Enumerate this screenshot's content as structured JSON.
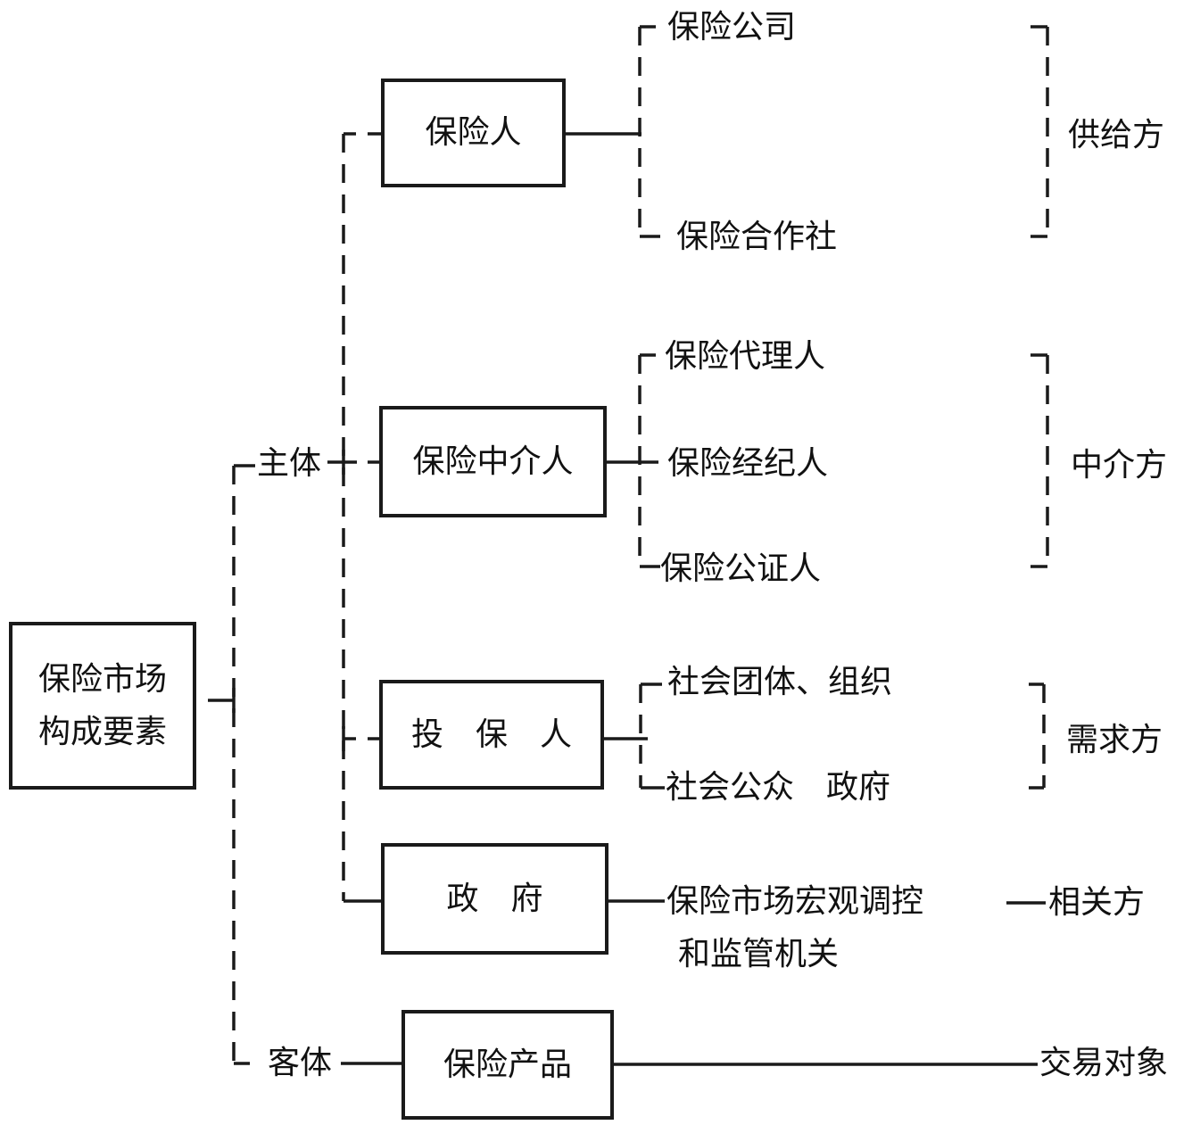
{
  "root": {
    "line1": "保险市场",
    "line2": "构成要素"
  },
  "branch_labels": {
    "subject": "主体",
    "object": "客体"
  },
  "boxes": {
    "insurer": "保险人",
    "intermediary": "保险中介人",
    "policyholder": "投　保　人",
    "government": "政　府",
    "product": "保险产品"
  },
  "children": {
    "insurer": [
      "保险公司",
      "保险合作社"
    ],
    "intermediary": [
      "保险代理人",
      "保险经纪人",
      "保险公证人"
    ],
    "policyholder": [
      "社会团体、组织",
      "社会公众　政府"
    ],
    "government": [
      "保险市场宏观调控",
      "和监管机关"
    ]
  },
  "side_labels": {
    "supply": "供给方",
    "mediator": "中介方",
    "demand": "需求方",
    "related": "相关方",
    "trade_object": "交易对象"
  },
  "colors": {
    "line": "#1a1a1a",
    "text": "#111111",
    "background": "#ffffff"
  }
}
